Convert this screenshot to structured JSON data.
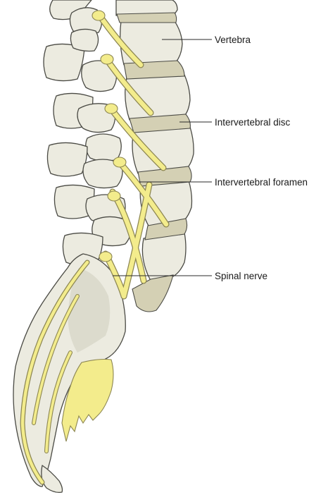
{
  "labels": {
    "vertebra": "Vertebra",
    "intervertebral_disc": "Intervertebral disc",
    "intervertebral_foramen": "Intervertebral foramen",
    "spinal_nerve": "Spinal nerve"
  },
  "colors": {
    "bone": "#ecebe0",
    "bone_outline": "#4a4a44",
    "disc": "#d4d0b4",
    "nerve": "#f3ec8c",
    "nerve_outline": "#8c8652",
    "background": "#ffffff"
  }
}
